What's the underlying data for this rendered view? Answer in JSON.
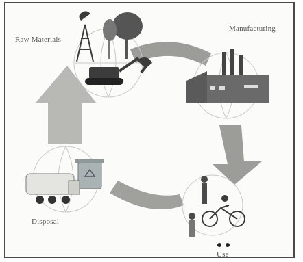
{
  "diagram": {
    "stages": [
      {
        "id": "raw-materials",
        "label": "Raw Materials"
      },
      {
        "id": "manufacturing",
        "label": "Manufacturing"
      },
      {
        "id": "use",
        "label": "Use"
      },
      {
        "id": "disposal",
        "label": "Disposal"
      }
    ],
    "colors": {
      "arrow": "#9c9c98",
      "arrow_light": "#b8b8b4",
      "globe": "#c9c9c9",
      "dark": "#3c3c3c",
      "building": "#6a6a6a",
      "bin": "#a9b3b3"
    }
  }
}
